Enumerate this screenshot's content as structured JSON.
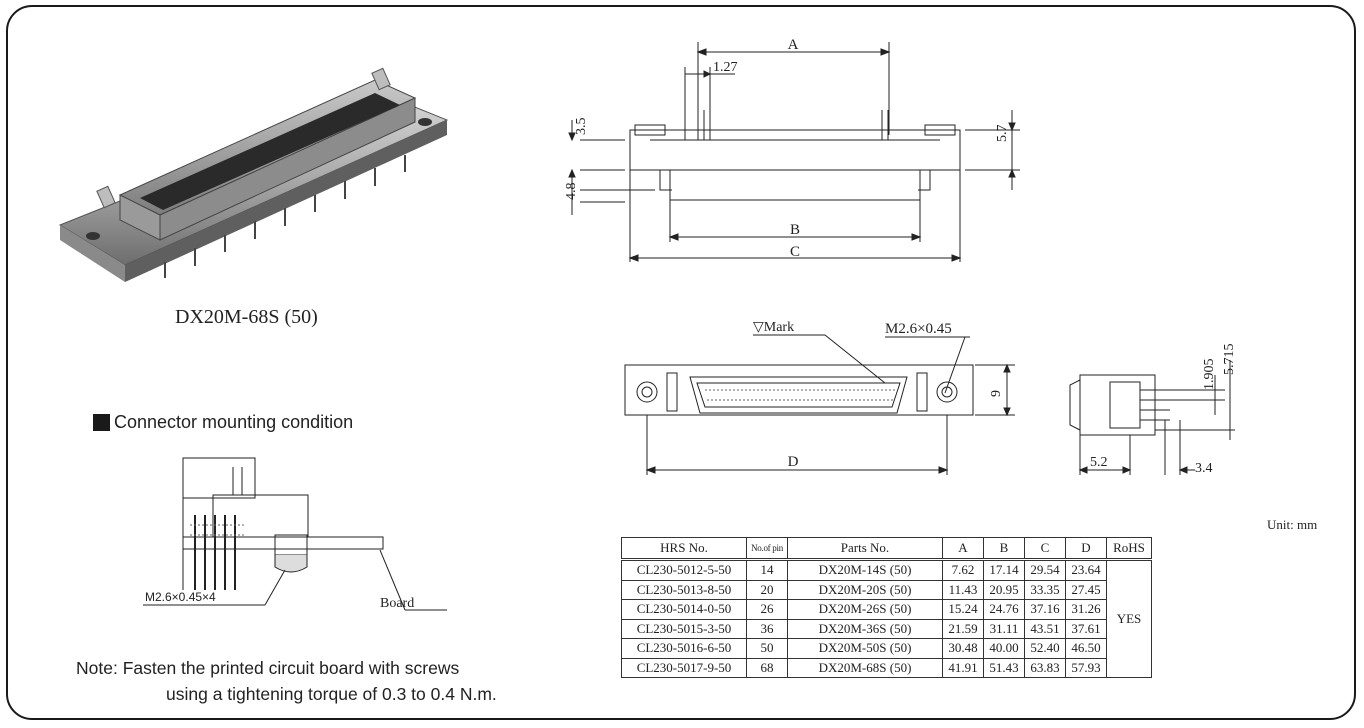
{
  "product_caption": "DX20M-68S (50)",
  "mounting": {
    "title": "Connector mounting condition",
    "screw_label": "M2.6×0.45×4",
    "board_label": "Board"
  },
  "note": {
    "line1": "Note: Fasten the printed circuit board with screws",
    "line2": "using a tightening torque of 0.3 to 0.4 N.m."
  },
  "drawing": {
    "dim_A": "A",
    "dim_pitch": "1.27",
    "dim_3_5": "3.5",
    "dim_4_8": "4.8",
    "dim_5_7": "5.7",
    "dim_B": "B",
    "dim_C": "C",
    "mark_label": "▽Mark",
    "screw_spec": "M2.6×0.45",
    "dim_9": "9",
    "dim_D": "D",
    "dim_1_905": "1.905",
    "dim_5_715": "5.715",
    "dim_5_2": "5.2",
    "dim_3_4": "3.4"
  },
  "table": {
    "unit": "Unit: mm",
    "headers": [
      "HRS No.",
      "No.of pin",
      "Parts No.",
      "A",
      "B",
      "C",
      "D",
      "RoHS"
    ],
    "rows": [
      [
        "CL230-5012-5-50",
        "14",
        "DX20M-14S (50)",
        "7.62",
        "17.14",
        "29.54",
        "23.64"
      ],
      [
        "CL230-5013-8-50",
        "20",
        "DX20M-20S (50)",
        "11.43",
        "20.95",
        "33.35",
        "27.45"
      ],
      [
        "CL230-5014-0-50",
        "26",
        "DX20M-26S (50)",
        "15.24",
        "24.76",
        "37.16",
        "31.26"
      ],
      [
        "CL230-5015-3-50",
        "36",
        "DX20M-36S (50)",
        "21.59",
        "31.11",
        "43.51",
        "37.61"
      ],
      [
        "CL230-5016-6-50",
        "50",
        "DX20M-50S (50)",
        "30.48",
        "40.00",
        "52.40",
        "46.50"
      ],
      [
        "CL230-5017-9-50",
        "68",
        "DX20M-68S (50)",
        "41.91",
        "51.43",
        "63.83",
        "57.93"
      ]
    ],
    "rohs": "YES"
  }
}
